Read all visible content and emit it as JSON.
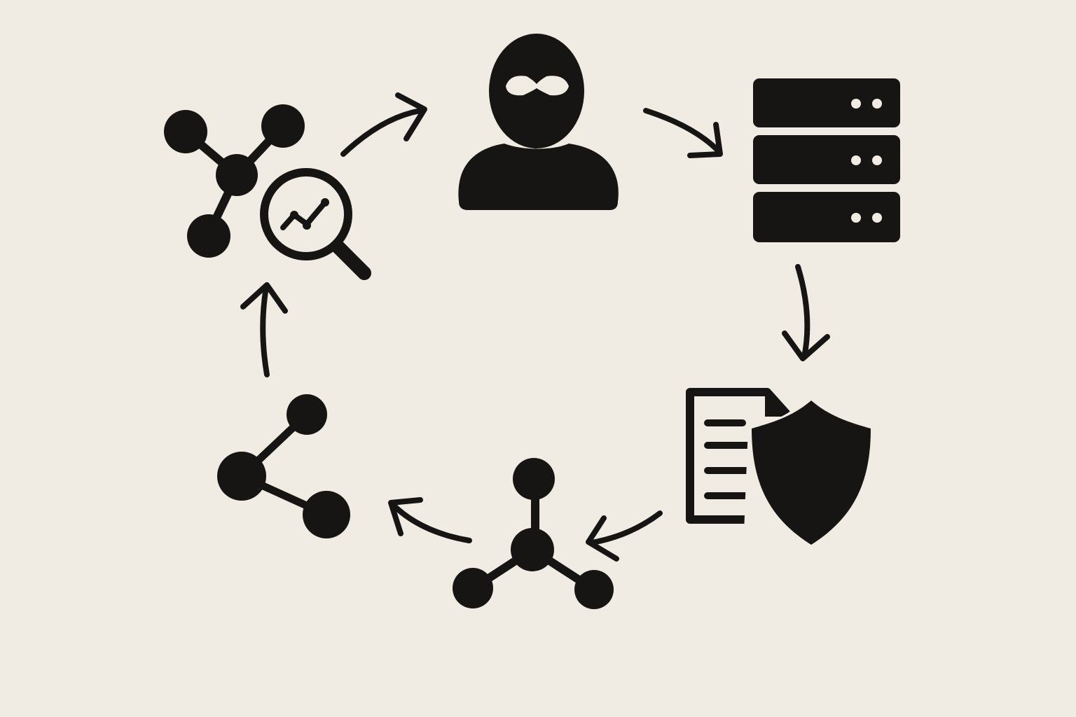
{
  "diagram": {
    "type": "cycle",
    "background": "#f1ece3",
    "ink": "#171514",
    "nodes": [
      {
        "id": "network-analysis",
        "icon": "network-magnifier-chart-icon"
      },
      {
        "id": "attacker",
        "icon": "masked-hacker-icon"
      },
      {
        "id": "servers",
        "icon": "server-stack-icon"
      },
      {
        "id": "security-policy",
        "icon": "document-shield-check-icon"
      },
      {
        "id": "hub-node",
        "icon": "hub-network-icon"
      },
      {
        "id": "share-node",
        "icon": "share-network-icon"
      }
    ],
    "flow": [
      {
        "from": "network-analysis",
        "to": "attacker"
      },
      {
        "from": "attacker",
        "to": "servers"
      },
      {
        "from": "servers",
        "to": "security-policy"
      },
      {
        "from": "security-policy",
        "to": "hub-node"
      },
      {
        "from": "hub-node",
        "to": "share-node"
      },
      {
        "from": "share-node",
        "to": "network-analysis"
      }
    ]
  }
}
